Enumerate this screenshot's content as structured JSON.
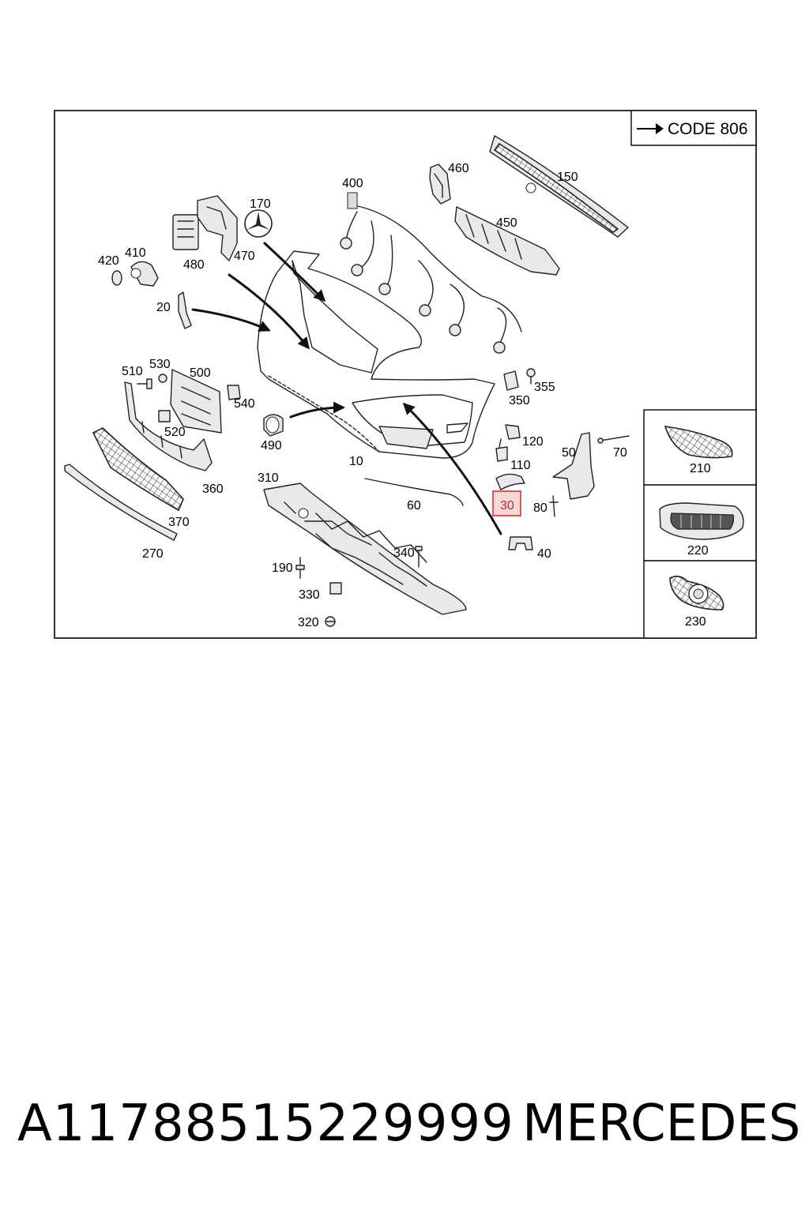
{
  "diagram": {
    "code_tag": "CODE 806",
    "highlighted_part": "30",
    "part_labels": {
      "p400": "400",
      "p460": "460",
      "p150": "150",
      "p170": "170",
      "p450": "450",
      "p410": "410",
      "p420": "420",
      "p480": "480",
      "p470": "470",
      "p20": "20",
      "p510": "510",
      "p530": "530",
      "p500": "500",
      "p540": "540",
      "p355": "355",
      "p350": "350",
      "p520": "520",
      "p490": "490",
      "p120": "120",
      "p50": "50",
      "p70": "70",
      "p10": "10",
      "p110": "110",
      "p360": "360",
      "p310": "310",
      "p60": "60",
      "p30": "30",
      "p80": "80",
      "p370": "370",
      "p340": "340",
      "p40": "40",
      "p270": "270",
      "p190": "190",
      "p330": "330",
      "p320": "320",
      "p210": "210",
      "p220": "220",
      "p230": "230"
    }
  },
  "footer": {
    "part_number": "A11788515229999",
    "brand": "MERCEDES"
  },
  "colors": {
    "highlight_border": "#e03030",
    "highlight_fill": "#f6d8d8",
    "frame": "#000000"
  }
}
